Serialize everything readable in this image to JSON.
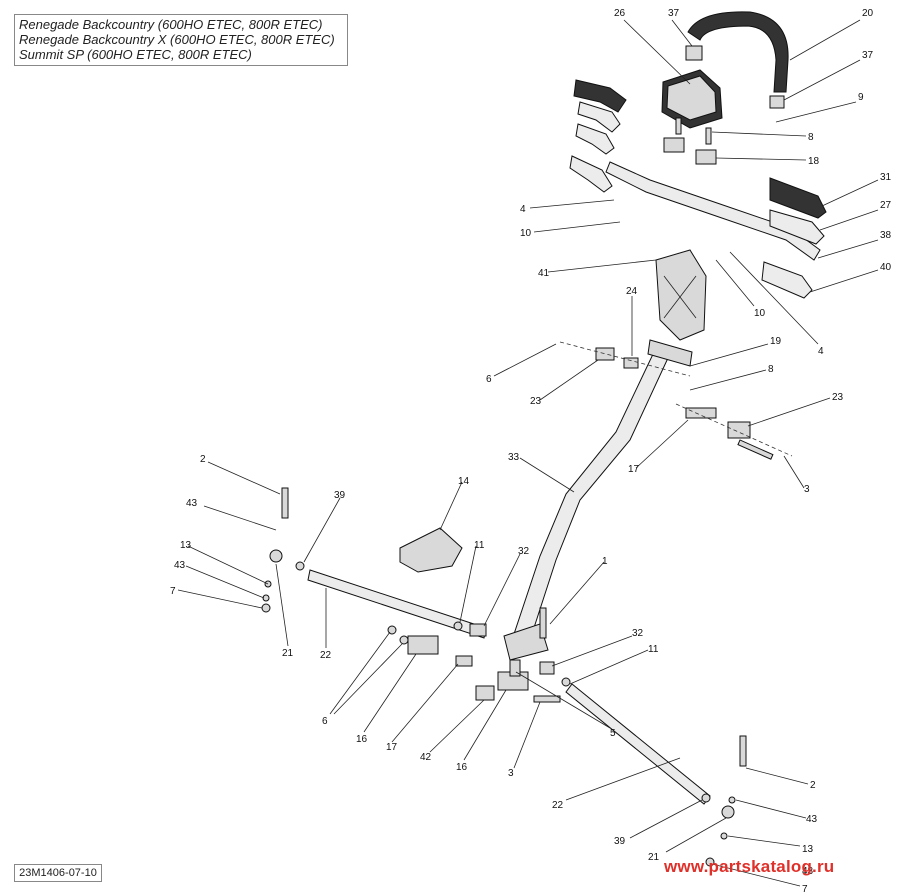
{
  "title_lines": [
    "Renegade Backcountry (600HO ETEC, 800R ETEC)",
    "Renegade Backcountry X (600HO ETEC, 800R ETEC)",
    "Summit SP (600HO ETEC, 800R ETEC)"
  ],
  "diagram_ref": "23M1406-07-10",
  "watermark": "www.partskatalog.ru",
  "callouts": [
    "26",
    "37",
    "20",
    "37",
    "9",
    "8",
    "18",
    "31",
    "27",
    "38",
    "40",
    "4",
    "10",
    "41",
    "10",
    "4",
    "24",
    "19",
    "8",
    "6",
    "23",
    "23",
    "17",
    "3",
    "33",
    "14",
    "2",
    "39",
    "43",
    "13",
    "43",
    "7",
    "11",
    "32",
    "1",
    "21",
    "22",
    "32",
    "11",
    "6",
    "16",
    "17",
    "42",
    "16",
    "3",
    "5",
    "22",
    "2",
    "43",
    "39",
    "21",
    "13",
    "43",
    "7"
  ]
}
